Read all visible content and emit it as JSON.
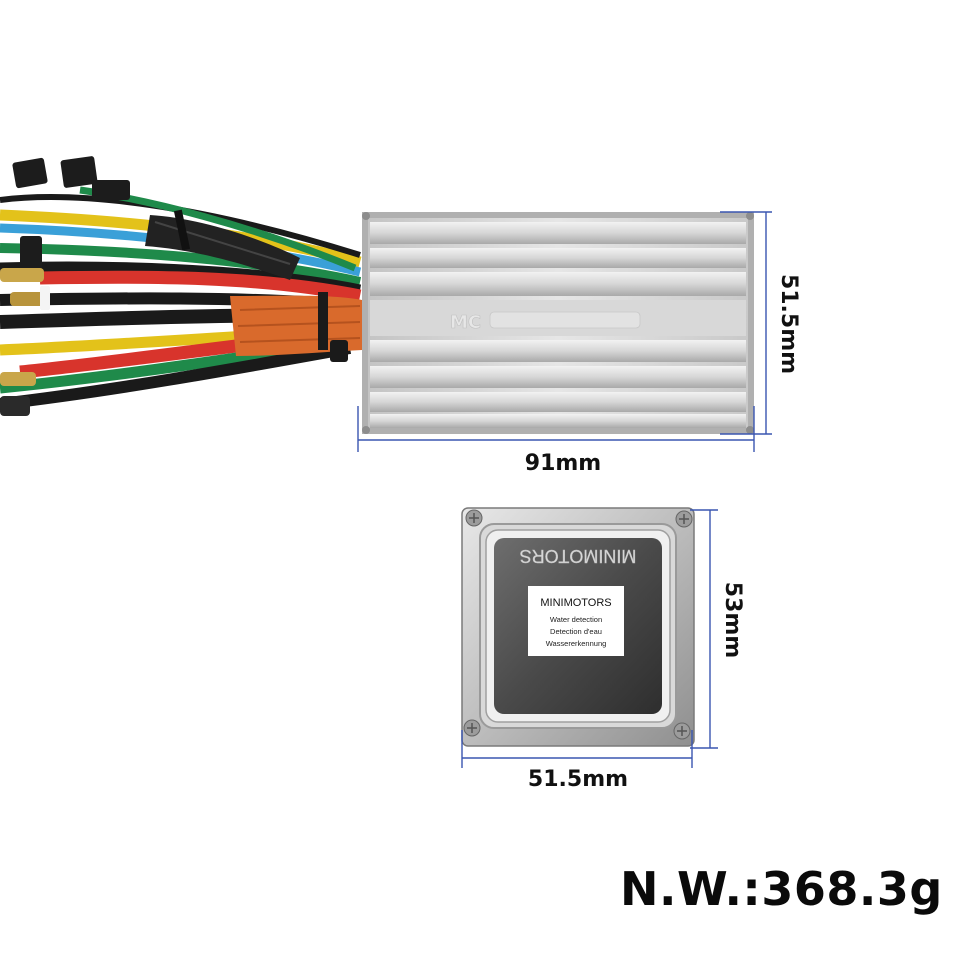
{
  "controller_top": {
    "width_label": "91mm",
    "height_label": "51.5mm"
  },
  "controller_bottom": {
    "brand_embossed": "MINIMOTORS",
    "sticker": {
      "brand": "MINIMOTORS",
      "line1": "Water detection",
      "line2": "Detection d'eau",
      "line3": "Wassererkennung"
    },
    "width_label": "51.5mm",
    "height_label": "53mm"
  },
  "net_weight": "N.W.:368.3g",
  "colors": {
    "dimension_line": "#3a56b0",
    "heat_sink": "#cfcfcf",
    "sleeve": "#d96a2c",
    "wire_yellow": "#e3c21a",
    "wire_green": "#1f8a4a",
    "wire_red": "#d8342c",
    "wire_black": "#1a1a1a",
    "wire_blue": "#3aa0d8"
  }
}
